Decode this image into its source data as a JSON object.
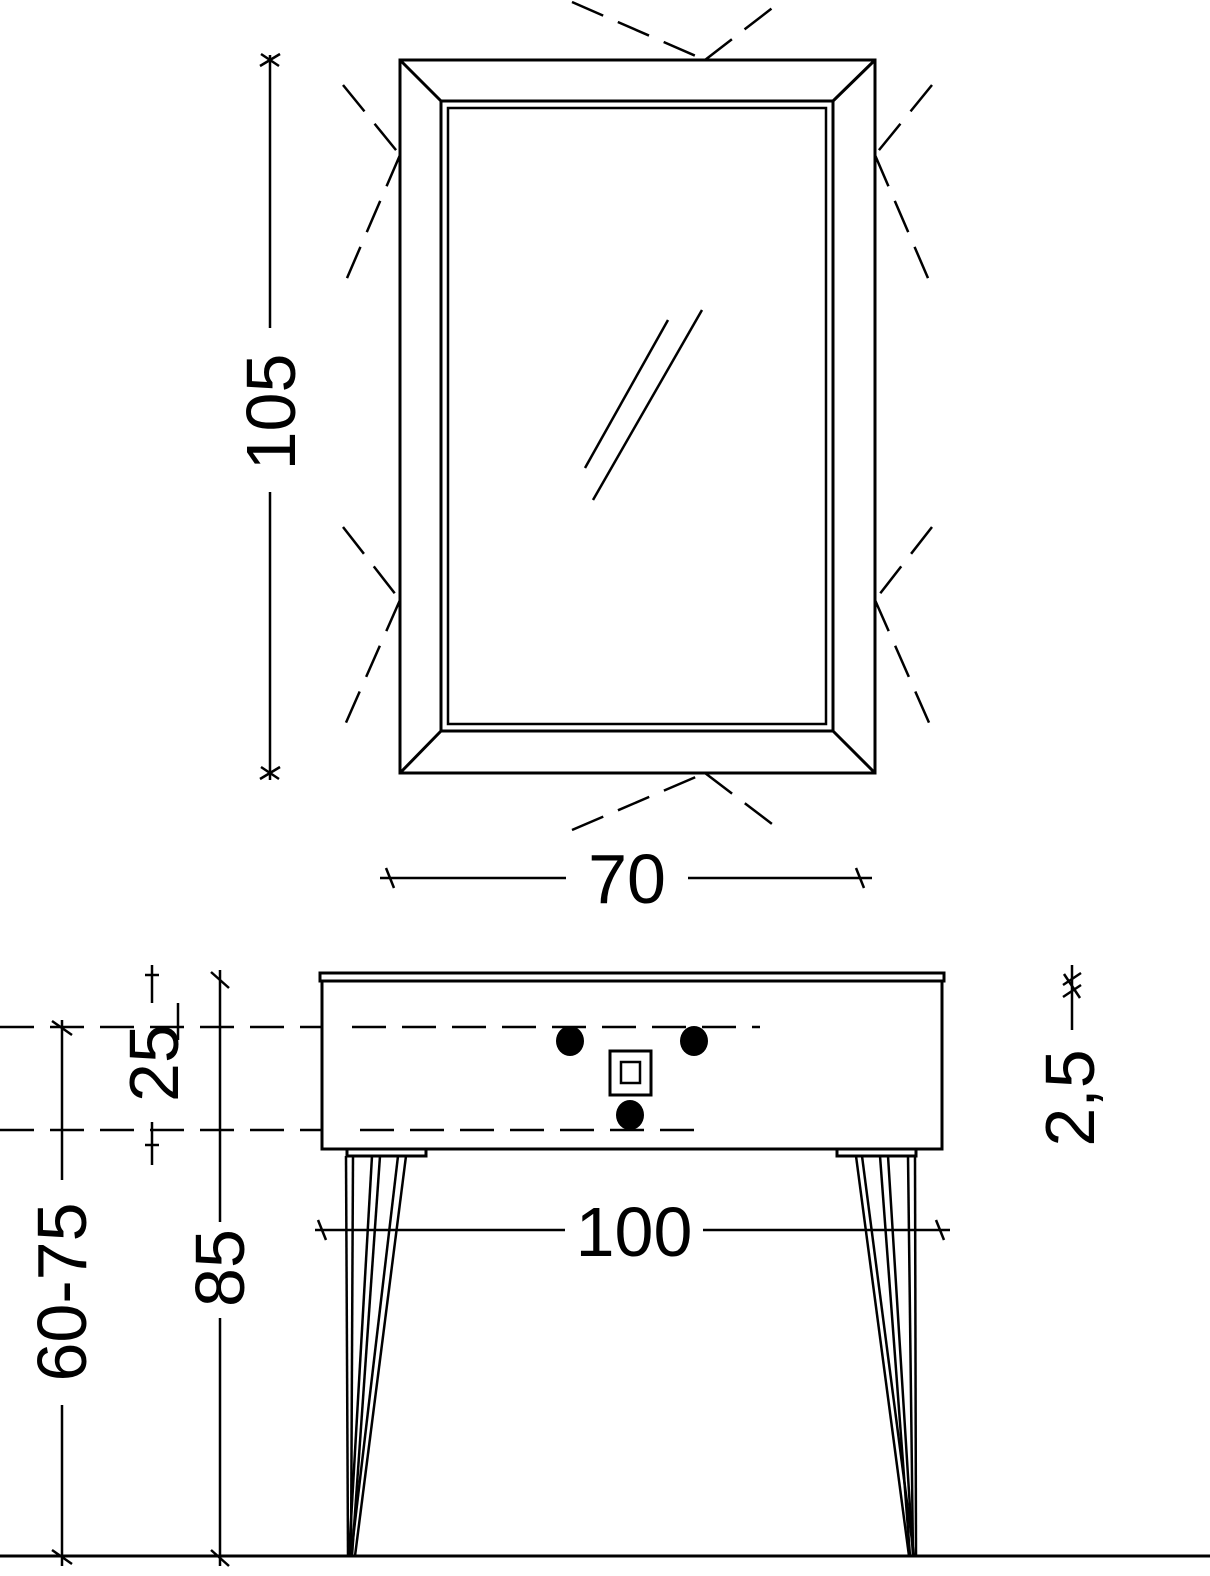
{
  "dimensions": {
    "mirror_height": "105",
    "mirror_width": "70",
    "cabinet_width": "100",
    "cabinet_height": "85",
    "mounting_height": "60-75",
    "drawer_height": "25",
    "top_thickness": "2,5"
  },
  "colors": {
    "line": "#000000",
    "background": "#ffffff"
  }
}
